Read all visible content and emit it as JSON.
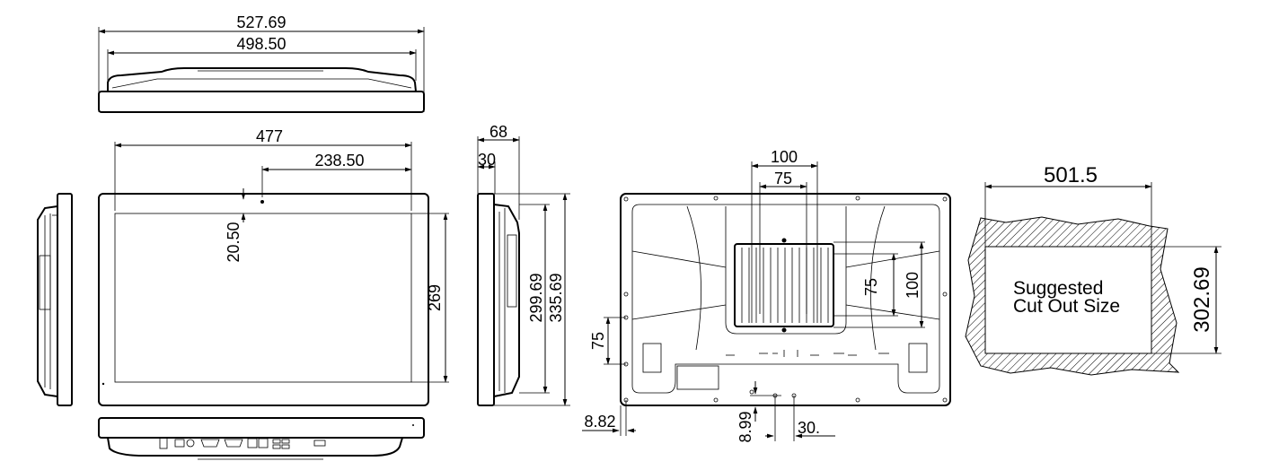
{
  "top_view": {
    "overall_width": "527.69",
    "inner_width": "498.50"
  },
  "front_view": {
    "width": "477",
    "camera_offset_x": "238.50",
    "camera_offset_y": "20.50",
    "screen_height": "269"
  },
  "side_view": {
    "depth": "68",
    "bezel_depth": "30",
    "height_inner": "299.69",
    "height_overall": "335.69"
  },
  "rear_view": {
    "vesa_large": "100",
    "vesa_small": "75",
    "vesa_small_v": "75",
    "vesa_large_v": "100",
    "mount_spacing": "75",
    "edge_offset": "8.82",
    "bottom_offset": "8.99",
    "bottom_spacing": "30."
  },
  "cutout": {
    "width": "501.5",
    "height": "302.69",
    "label_line1": "Suggested",
    "label_line2": "Cut Out Size"
  }
}
